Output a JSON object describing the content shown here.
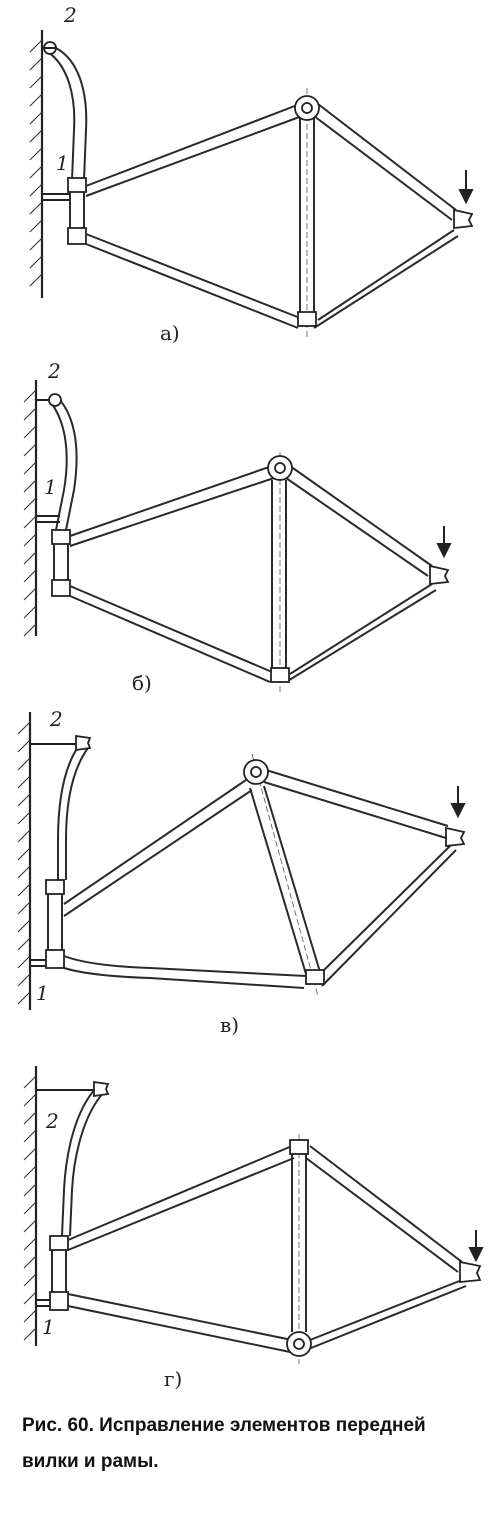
{
  "panels": [
    {
      "label": "а)",
      "num1": "1",
      "num2": "2"
    },
    {
      "label": "б)",
      "num1": "1",
      "num2": "2"
    },
    {
      "label": "в)",
      "num1": "1",
      "num2": "2"
    },
    {
      "label": "г)",
      "num1": "1",
      "num2": "2"
    }
  ],
  "caption": {
    "line1": "Рис. 60. Исправление элементов передней",
    "line2": "вилки и рамы."
  }
}
